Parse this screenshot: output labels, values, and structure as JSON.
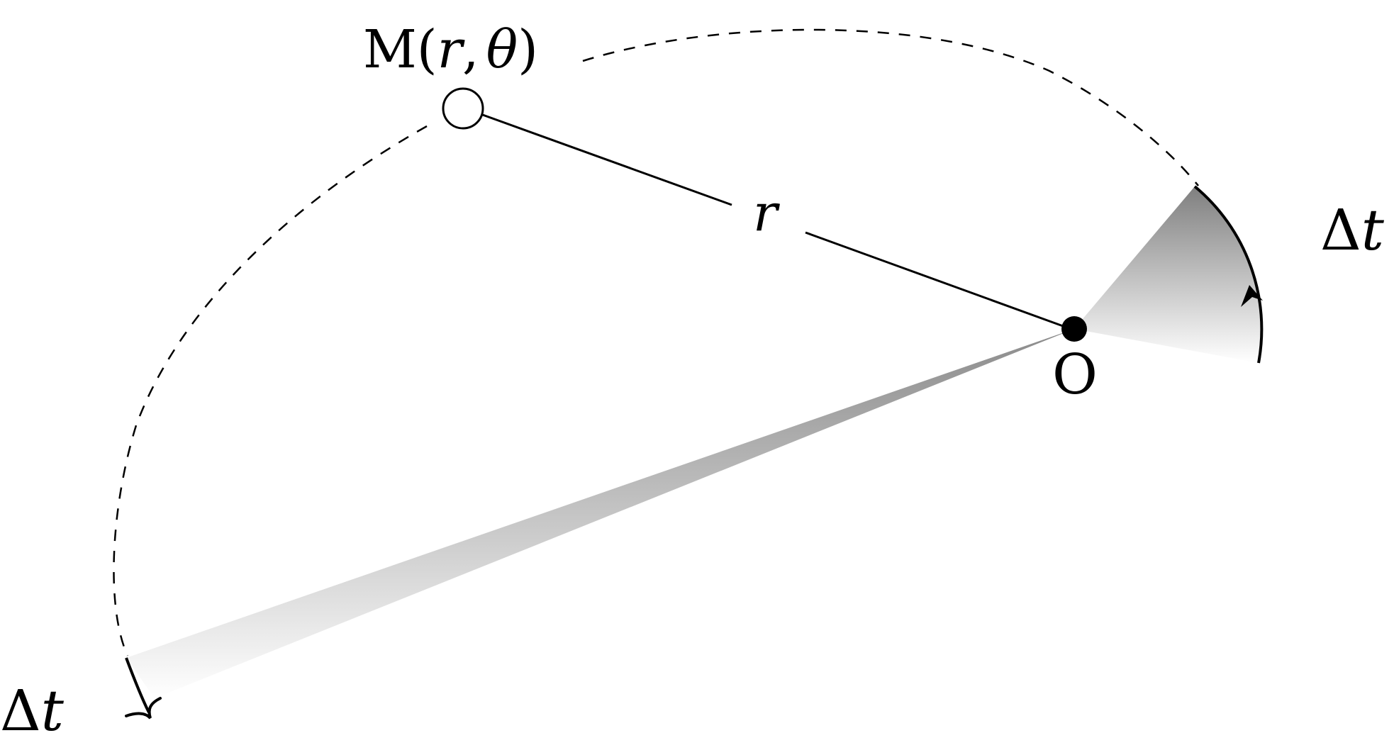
{
  "labels": {
    "point_m": "M",
    "point_m_open_paren": "(",
    "point_m_r": "r",
    "point_m_comma": ",",
    "point_m_theta": "θ",
    "point_m_close_paren": ")",
    "radius": "r",
    "origin": "O",
    "delta_t_right_symbol": "Δ",
    "delta_t_right_var": "t",
    "delta_t_left_symbol": "Δ",
    "delta_t_left_var": "t"
  },
  "colors": {
    "stroke": "#000000",
    "sector_dark": "#7f7f7f",
    "sector_light": "#ffffff"
  }
}
